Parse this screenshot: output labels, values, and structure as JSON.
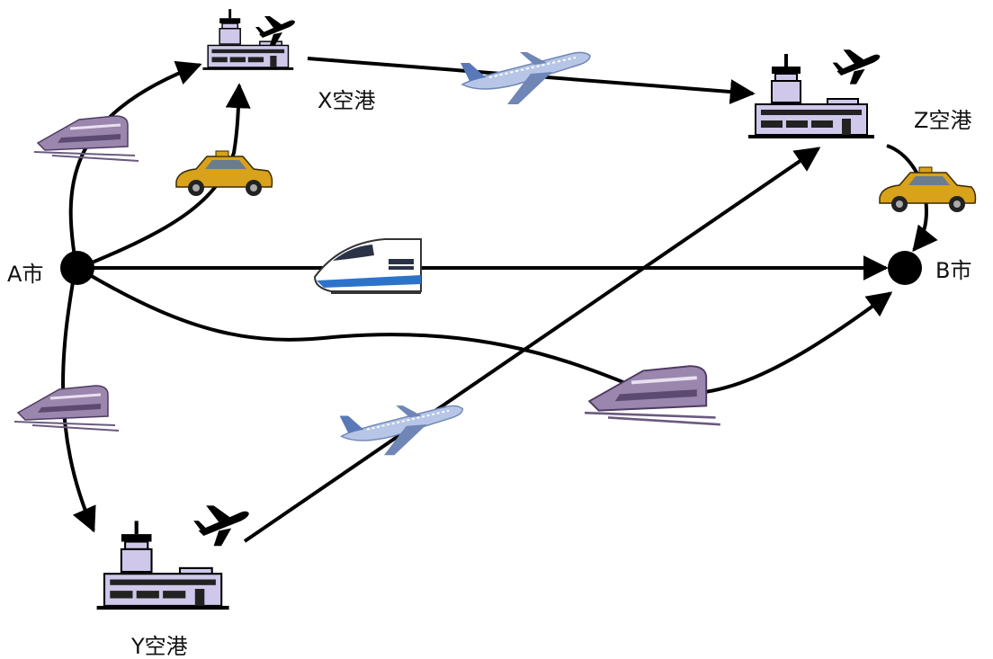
{
  "nodes": {
    "city_a": {
      "label": "A市"
    },
    "city_b": {
      "label": "B市"
    },
    "airport_x": {
      "label": "X空港"
    },
    "airport_y": {
      "label": "Y空港"
    },
    "airport_z": {
      "label": "Z空港"
    }
  },
  "routes": [
    {
      "from": "A市",
      "to": "X空港",
      "mode": "train"
    },
    {
      "from": "A市",
      "to": "X空港",
      "mode": "taxi"
    },
    {
      "from": "X空港",
      "to": "Z空港",
      "mode": "airplane"
    },
    {
      "from": "Z空港",
      "to": "B市",
      "mode": "taxi"
    },
    {
      "from": "A市",
      "to": "B市",
      "mode": "bullet-train"
    },
    {
      "from": "A市",
      "to": "B市",
      "mode": "train"
    },
    {
      "from": "A市",
      "to": "Y空港",
      "mode": "train"
    },
    {
      "from": "Y空港",
      "to": "Z空港",
      "mode": "airplane"
    }
  ],
  "colors": {
    "line": "#000000",
    "train_body": "#9b86ae",
    "train_window": "#5c4a73",
    "taxi_body": "#d8a21a",
    "plane_body": "#9fb6dc",
    "plane_tail": "#5878b8",
    "shinkansen_stripe": "#2d74c9",
    "airport_building": "#c9c6e6",
    "airport_window": "#222222"
  }
}
